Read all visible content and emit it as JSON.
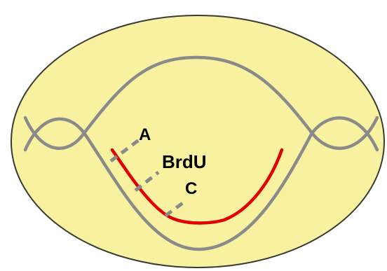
{
  "diagram": {
    "labels": {
      "a": "A",
      "brdu": "BrdU",
      "c": "C"
    },
    "colors": {
      "background": "#ffffff",
      "cell_fill": "#f8f2a0",
      "cell_outline": "#3a3a34",
      "dna_strand": "#8a8a8a",
      "new_strand": "#e00000",
      "label_text": "#000000"
    }
  }
}
